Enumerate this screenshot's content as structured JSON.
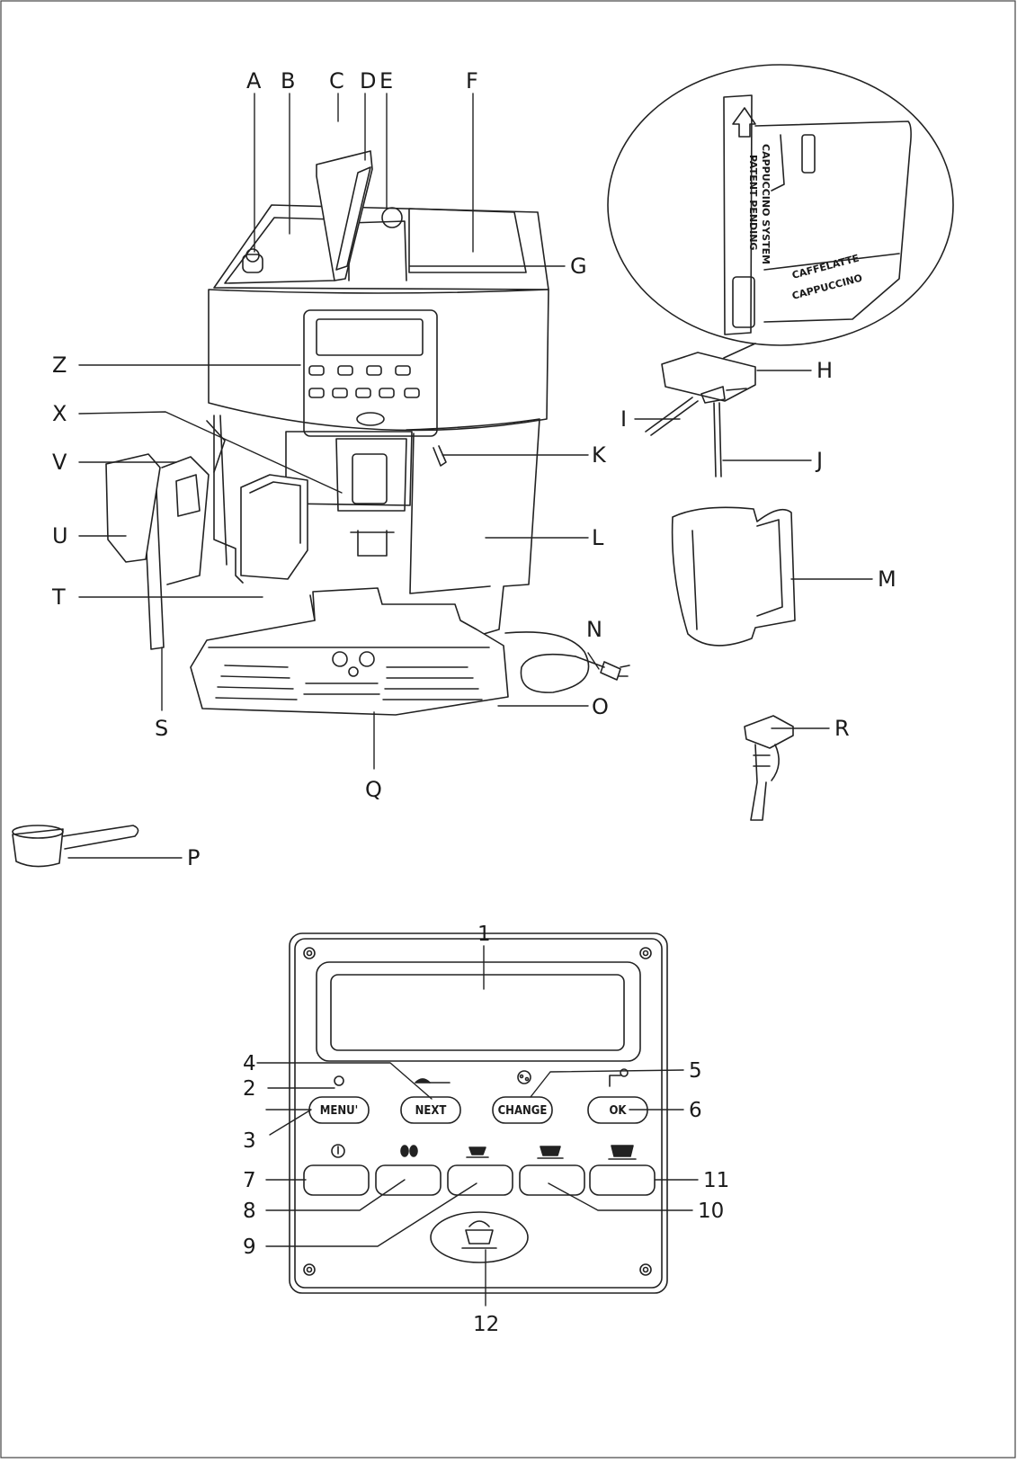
{
  "part_labels": {
    "A": "A",
    "B": "B",
    "C": "C",
    "D": "D",
    "E": "E",
    "F": "F",
    "G": "G",
    "H": "H",
    "I": "I",
    "J": "J",
    "K": "K",
    "L": "L",
    "M": "M",
    "N": "N",
    "O": "O",
    "P": "P",
    "Q": "Q",
    "R": "R",
    "S": "S",
    "T": "T",
    "U": "U",
    "V": "V",
    "X": "X",
    "Z": "Z"
  },
  "panel_labels": {
    "n1": "1",
    "n2": "2",
    "n3": "3",
    "n4": "4",
    "n5": "5",
    "n6": "6",
    "n7": "7",
    "n8": "8",
    "n9": "9",
    "n10": "10",
    "n11": "11",
    "n12": "12"
  },
  "panel_buttons": {
    "menu": "MENU'",
    "next": "NEXT",
    "change": "CHANGE",
    "ok": "OK"
  },
  "cappuccino_inset": {
    "system": "CAPPUCCINO SYSTEM",
    "patent": "PATENT PENDING",
    "caffelatte": "CAFFELATTE",
    "cappuccino": "CAPPUCCINO"
  }
}
